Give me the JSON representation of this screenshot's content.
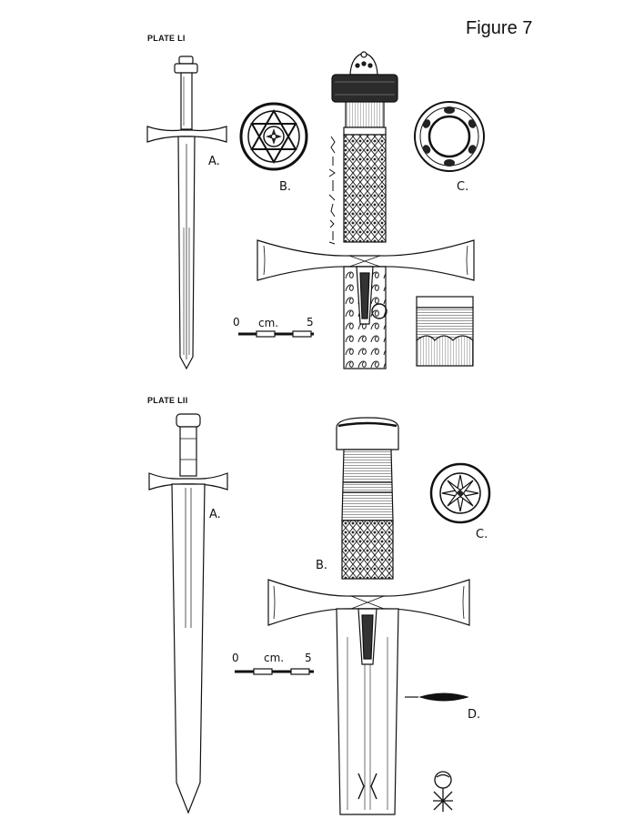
{
  "figure_title": "Figure 7",
  "plates": [
    {
      "label": "PLATE LI",
      "letters": {
        "a": "A.",
        "b": "B.",
        "c": "C."
      },
      "scale": {
        "start": "0",
        "unit": "cm.",
        "end": "5"
      }
    },
    {
      "label": "PLATE LII",
      "letters": {
        "a": "A.",
        "b": "B.",
        "c": "C.",
        "d": "D."
      },
      "scale": {
        "start": "0",
        "unit": "cm.",
        "end": "5"
      }
    }
  ]
}
